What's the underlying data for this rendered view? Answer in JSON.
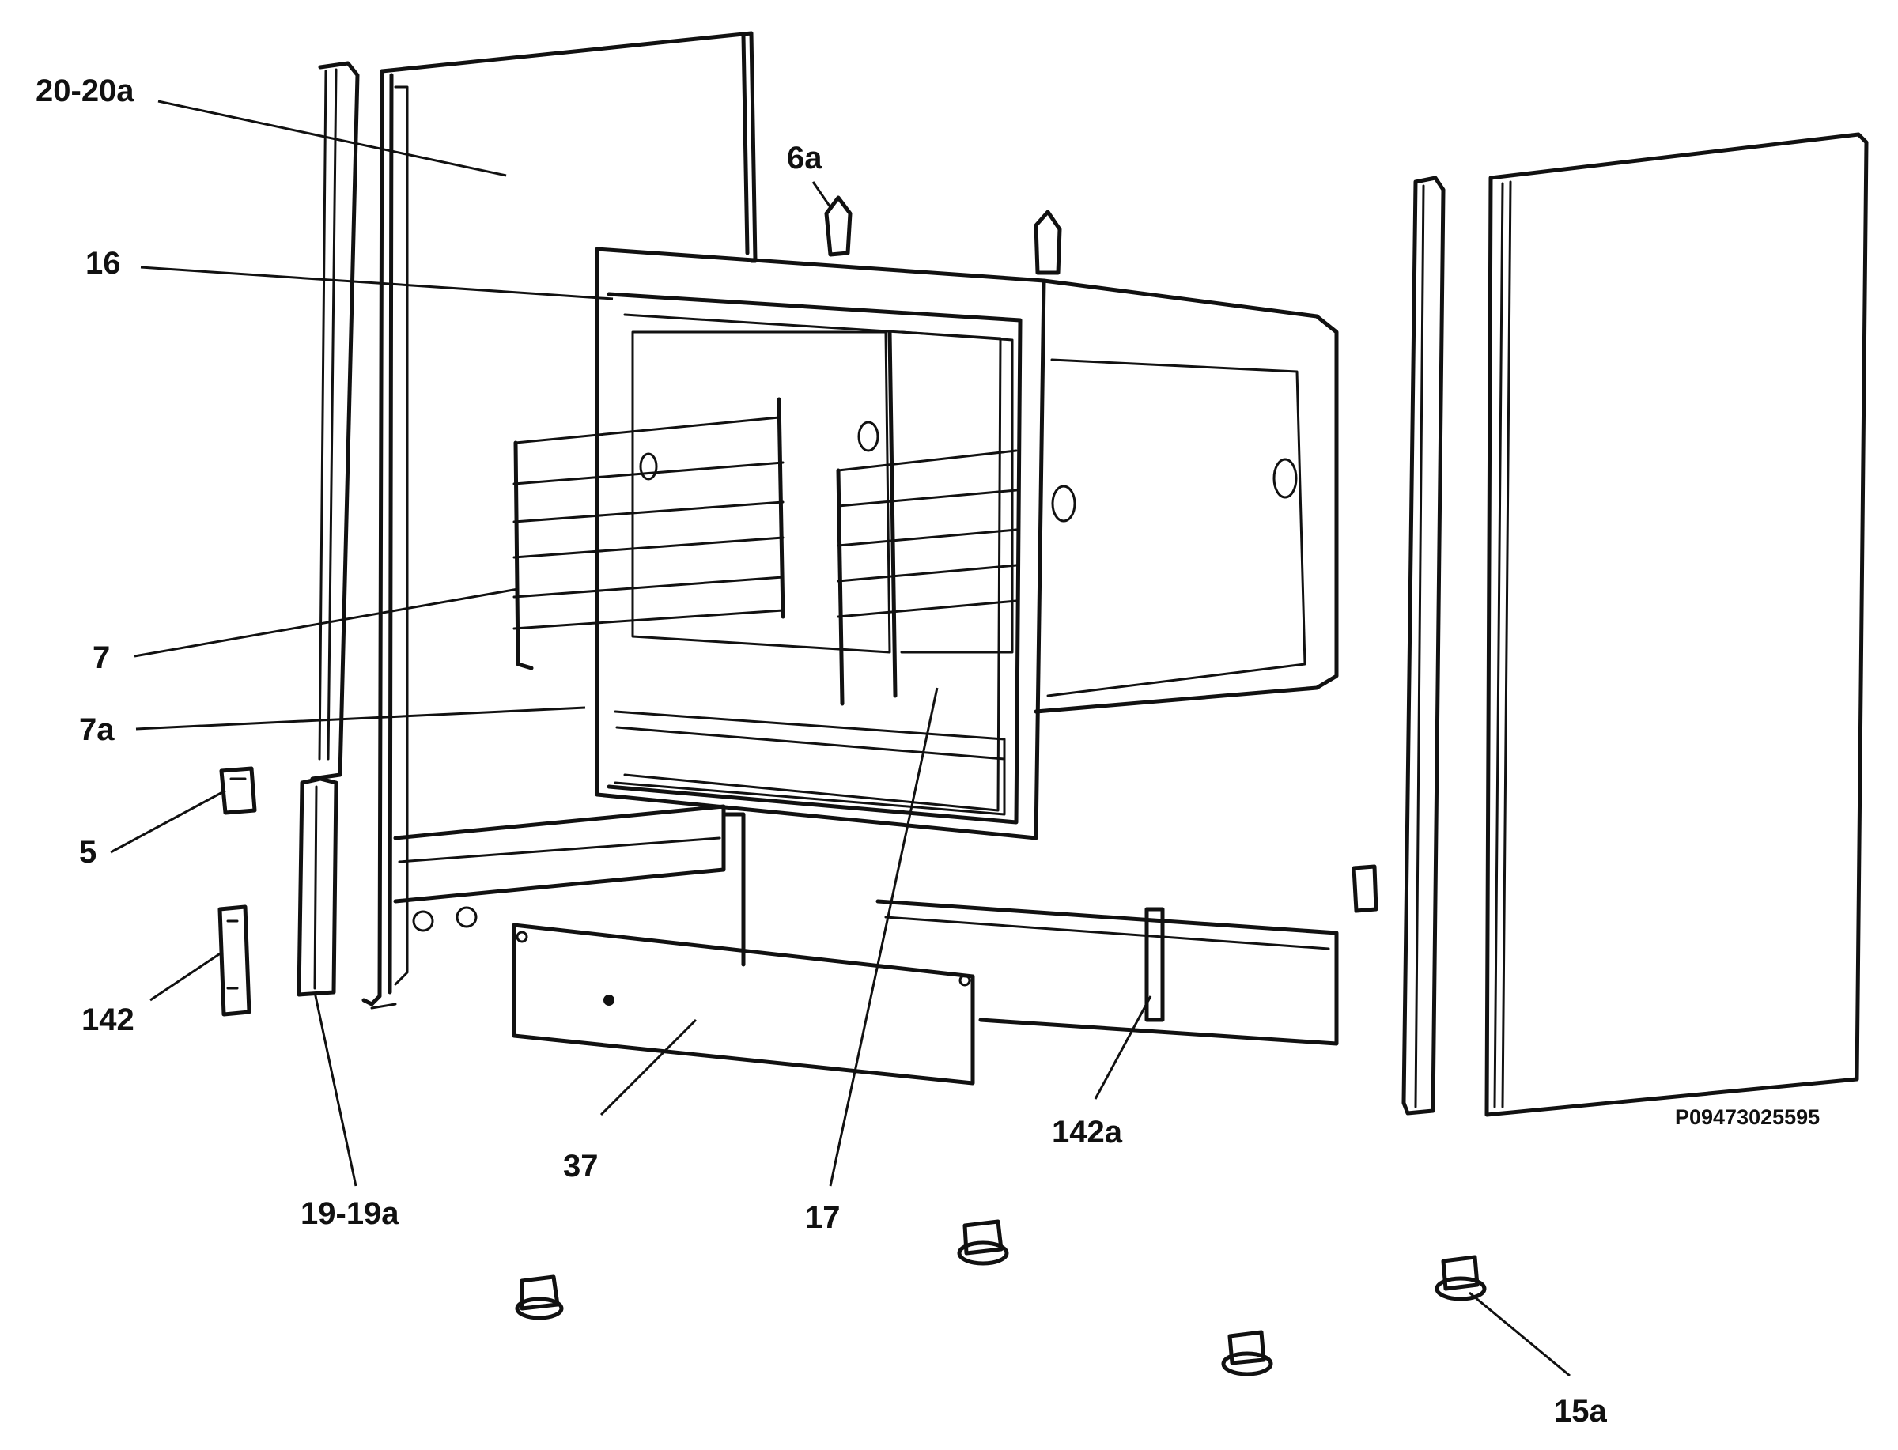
{
  "diagram": {
    "drawing_code": "P09473025595",
    "parts": [
      {
        "id": "20-20a",
        "label": "20-20a"
      },
      {
        "id": "6a",
        "label": "6a"
      },
      {
        "id": "16",
        "label": "16"
      },
      {
        "id": "7",
        "label": "7"
      },
      {
        "id": "7a",
        "label": "7a"
      },
      {
        "id": "5",
        "label": "5"
      },
      {
        "id": "142",
        "label": "142"
      },
      {
        "id": "19-19a",
        "label": "19-19a"
      },
      {
        "id": "37",
        "label": "37"
      },
      {
        "id": "17",
        "label": "17"
      },
      {
        "id": "142a",
        "label": "142a"
      },
      {
        "id": "15a",
        "label": "15a"
      }
    ]
  }
}
